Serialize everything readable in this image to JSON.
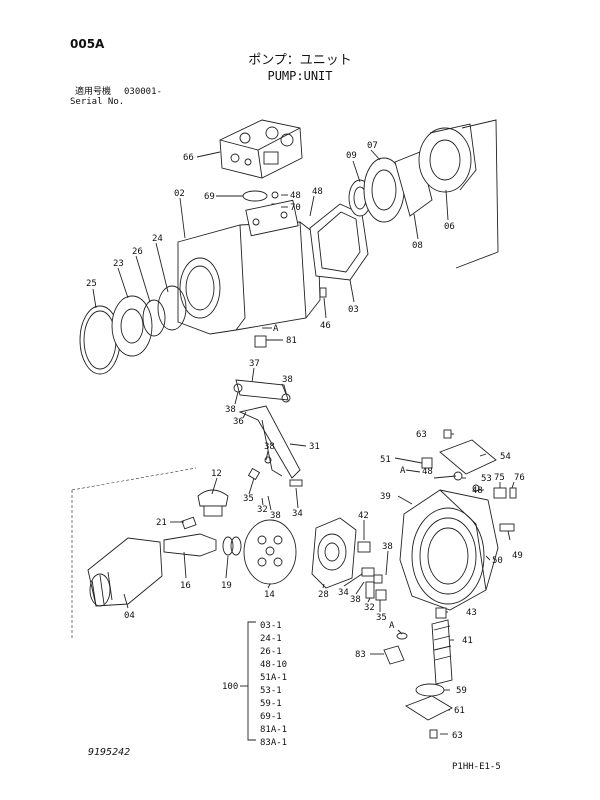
{
  "header": {
    "page_code": "005A",
    "title_jp": "ポンプ：ユニット",
    "title_en": "PUMP:UNIT",
    "serial_label_jp": "適用号機",
    "serial_value": "030001-",
    "serial_label_en": "Serial No."
  },
  "footer": {
    "doc_number": "9195242",
    "page_ref": "P1HH-E1-5"
  },
  "callouts": {
    "c66": "66",
    "c69": "69",
    "c48a": "48",
    "c70": "70",
    "c48b": "48",
    "c02": "02",
    "c24": "24",
    "c26": "26",
    "c23": "23",
    "c25": "25",
    "c09": "09",
    "c07": "07",
    "c06": "06",
    "c08": "08",
    "c03": "03",
    "c46": "46",
    "cA1": "A",
    "c81": "81",
    "c37": "37",
    "c38a": "38",
    "c38b": "38",
    "c36": "36",
    "c31": "31",
    "c38c": "38",
    "c12": "12",
    "c35": "35",
    "c32a": "32",
    "c38d": "38",
    "c34a": "34",
    "c21": "21",
    "c16": "16",
    "c19": "19",
    "c14": "14",
    "c04": "04",
    "c28": "28",
    "c42": "42",
    "c38e": "38",
    "c34b": "34",
    "c38f": "38",
    "c32b": "32",
    "c35b": "35",
    "c63a": "63",
    "c54": "54",
    "c51": "51",
    "cA2": "A",
    "c48c": "48",
    "c53": "53",
    "c48d": "48",
    "c75": "75",
    "c76": "76",
    "c39": "39",
    "c49": "49",
    "c50": "50",
    "c43": "43",
    "cA3": "A",
    "c41": "41",
    "c83": "83",
    "c59": "59",
    "c61": "61",
    "c63b": "63"
  },
  "kit": {
    "label": "100",
    "items": [
      "03-1",
      "24-1",
      "26-1",
      "48-10",
      "51A-1",
      "53-1",
      "59-1",
      "69-1",
      "81A-1",
      "83A-1"
    ]
  }
}
